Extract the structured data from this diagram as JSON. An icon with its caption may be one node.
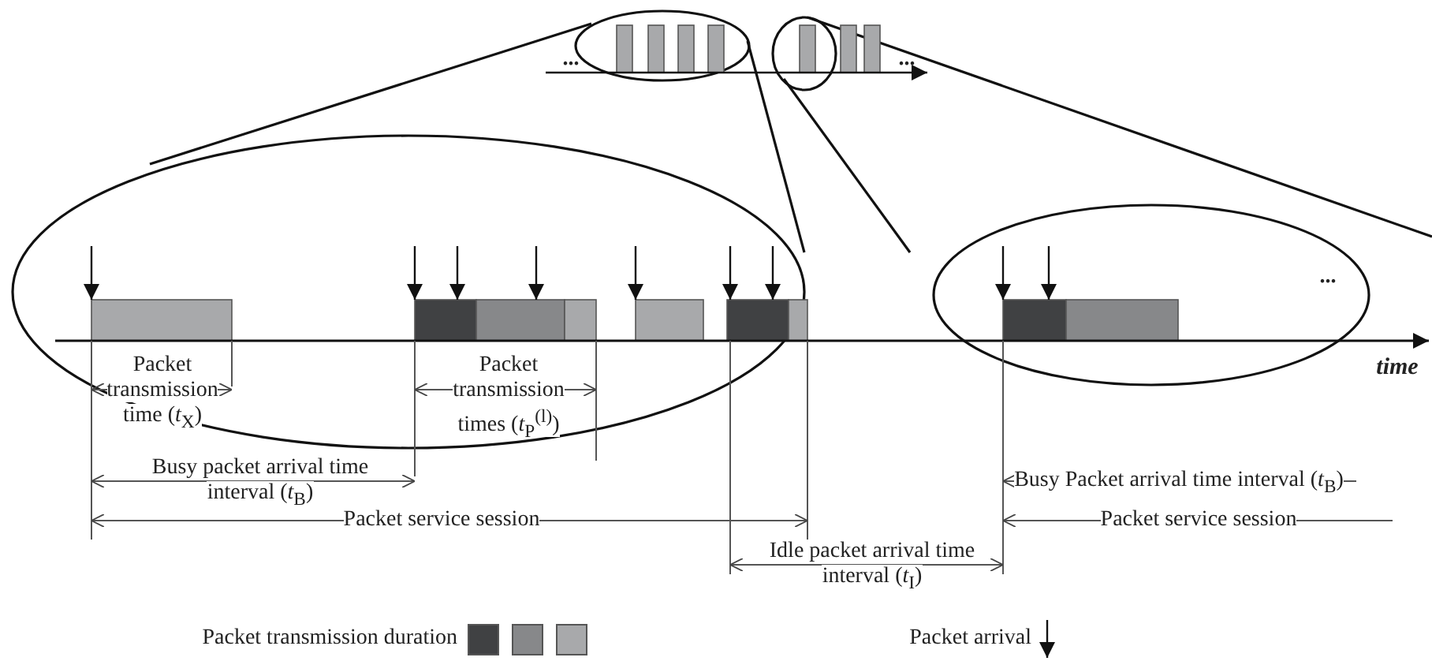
{
  "diagram": {
    "labels": [
      "...",
      "...",
      "...",
      "time",
      "Packet transmission time (*t*$_{X}$)",
      "Packet transmission times (*t*$_{P}$$^{(l)}$)",
      "Busy packet arrival time interval (*t*$_{B}$)",
      "Packet service session",
      "Busy Packet arrival time interval (*t*$_{B}$)",
      "Packet service session",
      "Idle packet arrival time interval (*t*$_{I}$)"
    ],
    "legend": [
      {
        "text": "Packet transmission duration",
        "color": "#404143"
      },
      {
        "text": "Packet arrival"
      }
    ]
  }
}
